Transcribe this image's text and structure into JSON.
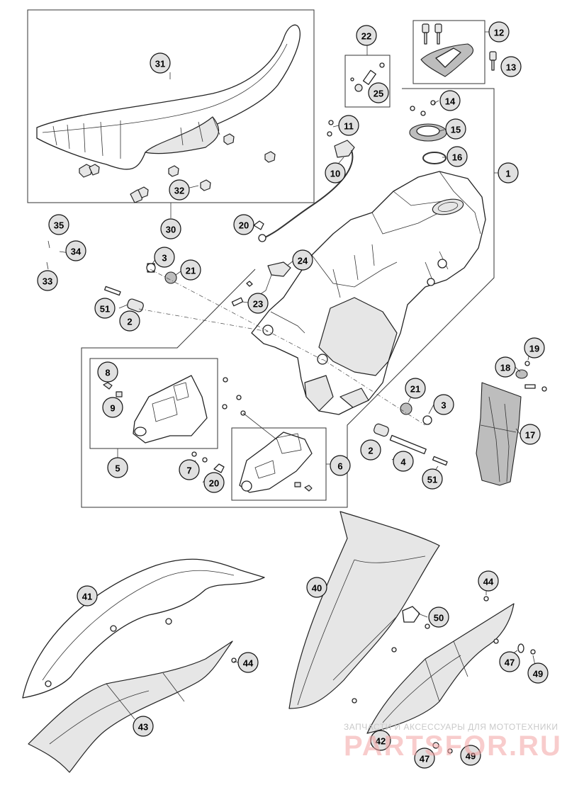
{
  "callouts": [
    "1",
    "2",
    "3",
    "4",
    "5",
    "6",
    "7",
    "8",
    "9",
    "10",
    "11",
    "12",
    "13",
    "14",
    "15",
    "16",
    "17",
    "18",
    "19",
    "20",
    "21",
    "22",
    "23",
    "24",
    "25",
    "30",
    "31",
    "32",
    "33",
    "34",
    "35",
    "40",
    "41",
    "42",
    "43",
    "44",
    "47",
    "49",
    "50",
    "51"
  ],
  "watermark": {
    "tagline": "ЗАПЧАСТИ И АКСЕССУАРЫ ДЛЯ МОТОТЕХНИКИ",
    "brand": "PARTSFOR.RU"
  }
}
